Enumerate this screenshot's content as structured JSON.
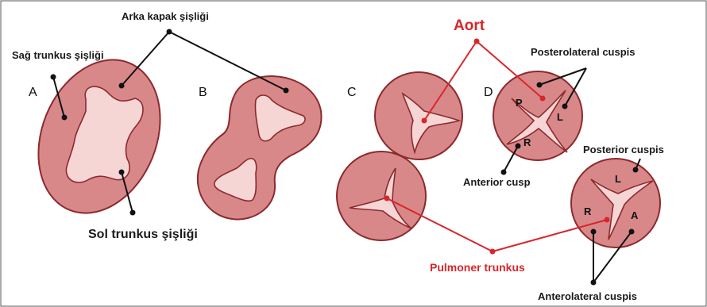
{
  "panels": {
    "a": "A",
    "b": "B",
    "c": "C",
    "d": "D"
  },
  "labels": {
    "arka_kapak": "Arka kapak şişliği",
    "sag_trunkus": "Sağ trunkus şişliği",
    "sol_trunkus": "Sol trunkus şişliği",
    "aort": "Aort",
    "pulmoner": "Pulmoner trunkus",
    "posterolateral": "Posterolateral cuspis",
    "posterior": "Posterior cuspis",
    "anterior": "Anterior cusp",
    "anterolateral": "Anterolateral cuspis"
  },
  "cusp_letters": {
    "aorta_p": "P",
    "aorta_l": "L",
    "aorta_r": "R",
    "pulm_l": "L",
    "pulm_r": "R",
    "pulm_a": "A"
  },
  "colors": {
    "outer": "#d9888a",
    "inner": "#f6d5d5",
    "outline": "#8c2a2d",
    "accent": "#d8262b",
    "text": "#1a1a1a"
  }
}
